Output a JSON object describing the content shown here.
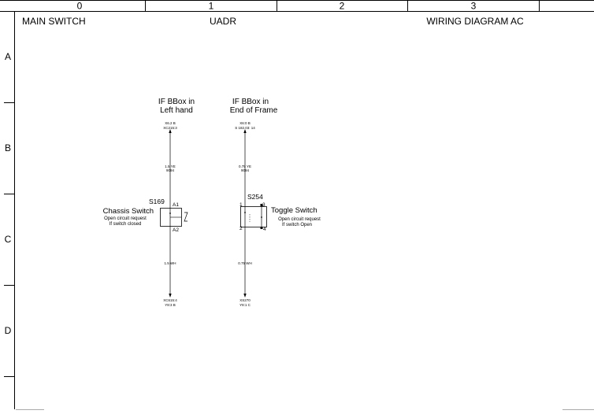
{
  "column_numbers": [
    "0",
    "1",
    "2",
    "3"
  ],
  "row_letters": [
    "A",
    "B",
    "C",
    "D"
  ],
  "header": {
    "left": "MAIN SWITCH",
    "center": "UADR",
    "right": "WIRING DIAGRAM AC"
  },
  "circuit_left": {
    "source_line1": "IF BBox in",
    "source_line2": "Left hand",
    "top_connector_line1": "X6.2 B",
    "top_connector_line2": "XC215:3",
    "upper_wire_line1": "1.5 YE",
    "upper_wire_line2": "9094",
    "component_id": "S169",
    "component_name": "Chassis Switch",
    "component_desc1": "Open circuit request",
    "component_desc2": "If switch closed",
    "pin_top": "A1",
    "pin_bottom": "A2",
    "lower_wire": "1.5 WH",
    "bottom_connector_line1": "XC615:4",
    "bottom_connector_line2": "Y8:3 B"
  },
  "circuit_right": {
    "source_line1": "IF BBox in",
    "source_line2": "End of Frame",
    "top_connector_line1": "X6:0 B",
    "top_connector_line2": "S 182.03: 14",
    "upper_wire_line1": "0.75 YE",
    "upper_wire_line2": "9094",
    "component_id": "S254",
    "component_name": "Toggle Switch",
    "component_desc1": "Open circuit request",
    "component_desc2": "If switch Open",
    "pin_1": "1",
    "pin_2": "2",
    "pin_3": "3",
    "pin_4": "4",
    "lower_wire": "0.75 WH",
    "bottom_connector_line1": "XS270",
    "bottom_connector_line2": "Y8:1 C"
  }
}
